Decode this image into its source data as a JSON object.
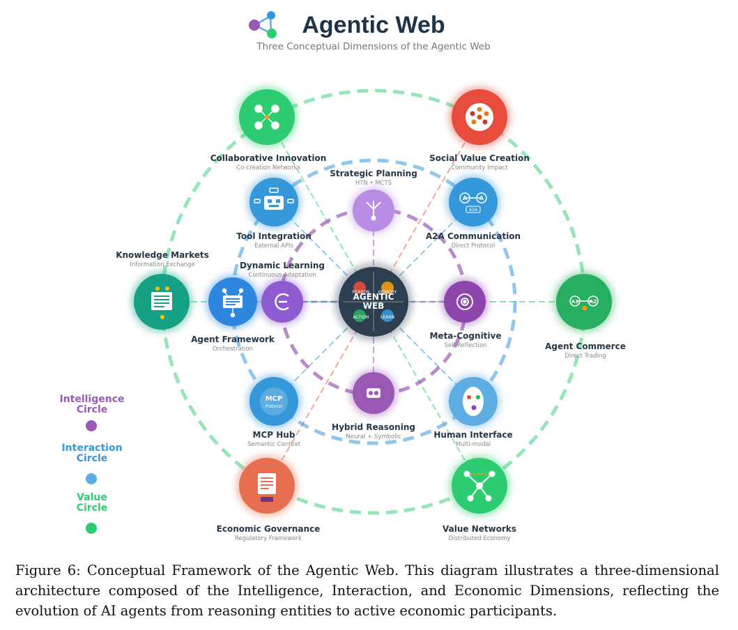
{
  "header": {
    "title": "Agentic Web",
    "subtitle": "Three Conceptual Dimensions of the Agentic Web"
  },
  "colors": {
    "intelligence": "#9b59b6",
    "interaction": "#3498db",
    "value": "#2ecc71",
    "social": "#e74c3c",
    "governance": "#e76f51",
    "center": "#2c3e50"
  },
  "center": {
    "line1": "AGENTIC",
    "line2": "WEB",
    "quadrants": [
      "REASON",
      "MEMORY",
      "ACTION",
      "LEARN"
    ]
  },
  "nodes": {
    "strategic_planning": {
      "label": "Strategic Planning",
      "sub": "HTN • MCTS",
      "icon": "branch-icon"
    },
    "dynamic_learning": {
      "label": "Dynamic Learning",
      "sub": "Continuous Adaptation",
      "icon": "cycle-icon"
    },
    "meta_cognitive": {
      "label": "Meta-Cognitive",
      "sub": "Self-Reflection",
      "icon": "target-icon"
    },
    "hybrid_reasoning": {
      "label": "Hybrid Reasoning",
      "sub": "Neural + Symbolic",
      "icon": "puzzle-icon"
    },
    "tool_integration": {
      "label": "Tool Integration",
      "sub": "External APIs",
      "icon": "robot-icon"
    },
    "a2a_communication": {
      "label": "A2A Communication",
      "sub": "Direct Protocol",
      "icon": "a2a-icon",
      "badge": [
        "A",
        "A",
        "A2A"
      ]
    },
    "agent_framework": {
      "label": "Agent Framework",
      "sub": "Orchestration",
      "icon": "framework-icon"
    },
    "mcp_hub": {
      "label": "MCP Hub",
      "sub": "Semantic Context",
      "icon": "mcp-icon",
      "badge": [
        "MCP",
        "Protocol"
      ]
    },
    "human_interface": {
      "label": "Human Interface",
      "sub": "Multi-modal",
      "icon": "face-icon"
    },
    "collaborative_innovation": {
      "label": "Collaborative Innovation",
      "sub": "Co-creation Networks",
      "icon": "network-icon"
    },
    "social_value_creation": {
      "label": "Social Value Creation",
      "sub": "Community Impact",
      "icon": "community-icon"
    },
    "knowledge_markets": {
      "label": "Knowledge Markets",
      "sub": "Information Exchange",
      "icon": "document-icon"
    },
    "agent_commerce": {
      "label": "Agent Commerce",
      "sub": "Direct Trading",
      "icon": "exchange-icon",
      "badge": [
        "A1",
        "A2"
      ]
    },
    "economic_governance": {
      "label": "Economic Governance",
      "sub": "Regulatory Framework",
      "icon": "report-icon"
    },
    "value_networks": {
      "label": "Value Networks",
      "sub": "Distributed Economy",
      "icon": "graph-icon"
    }
  },
  "legend": {
    "intelligence": {
      "line1": "Intelligence",
      "line2": "Circle"
    },
    "interaction": {
      "line1": "Interaction",
      "line2": "Circle"
    },
    "value": {
      "line1": "Value",
      "line2": "Circle"
    }
  },
  "caption": "Figure 6: Conceptual Framework of the Agentic Web. This diagram illustrates a three-dimensional architecture composed of the Intelligence, Interaction, and Economic Dimensions, reflecting the evolution of AI agents from reasoning entities to active economic participants."
}
